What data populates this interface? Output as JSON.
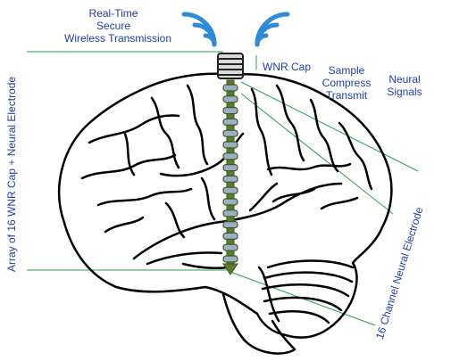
{
  "labels": {
    "transmission": [
      "Real-Time",
      "Secure",
      "Wireless Transmission"
    ],
    "wnr_cap": "WNR Cap",
    "process": [
      "Sample",
      "Compress",
      "Transmit"
    ],
    "neural_signals": [
      "Neural",
      "Signals"
    ],
    "array_caption": "Array of 16 WNR Cap + Neural Electrode",
    "electrode_caption": "16 Channel Neural Electrode"
  },
  "electrode": {
    "channel_count": 16
  },
  "colors": {
    "label": "#1f3fa8",
    "leader": "#2e9e58",
    "electrode": "#5a7a2e",
    "contact": "#9bb0c8",
    "wave": "#2f8bd6",
    "outline": "#000000"
  }
}
